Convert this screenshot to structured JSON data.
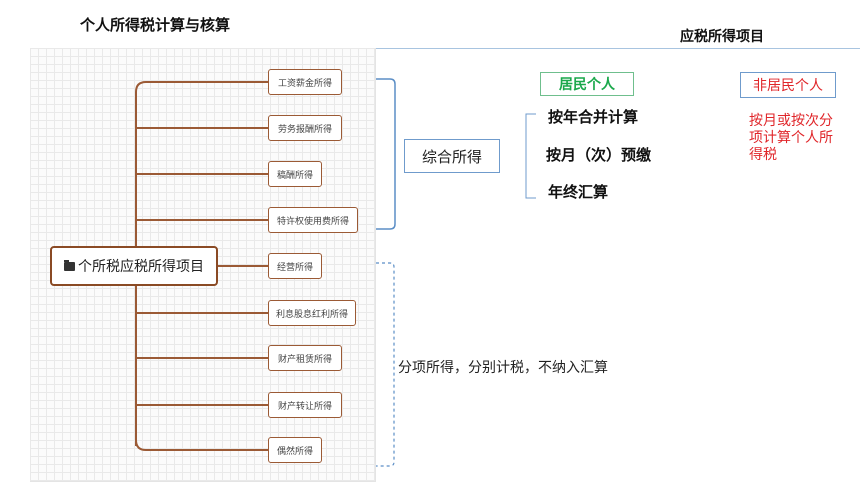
{
  "page_title": "个人所得税计算与核算",
  "section_title": "应税所得项目",
  "mindmap": {
    "root": "个所税应税所得项目",
    "leaves": [
      {
        "label": "工资薪金所得"
      },
      {
        "label": "劳务报酬所得"
      },
      {
        "label": "稿酬所得"
      },
      {
        "label": "特许权使用费所得"
      },
      {
        "label": "经营所得"
      },
      {
        "label": "利息股息红利所得"
      },
      {
        "label": "财产租赁所得"
      },
      {
        "label": "财产转让所得"
      },
      {
        "label": "偶然所得"
      }
    ]
  },
  "comprehensive_income": {
    "label": "综合所得",
    "resident_label": "居民个人",
    "resident_methods": [
      "按年合并计算",
      "按月（次）预缴",
      "年终汇算"
    ],
    "nonresident_label": "非居民个人",
    "nonresident_note": "按月或按次分项计算个人所得税"
  },
  "separate_income": {
    "text": "分项所得，分别计税，不纳入汇算"
  },
  "colors": {
    "node_border": "#9b5a35",
    "resident_green": "#1aa84b",
    "nonresident_red": "#e0262a",
    "bracket_blue": "#5b8ec6"
  }
}
